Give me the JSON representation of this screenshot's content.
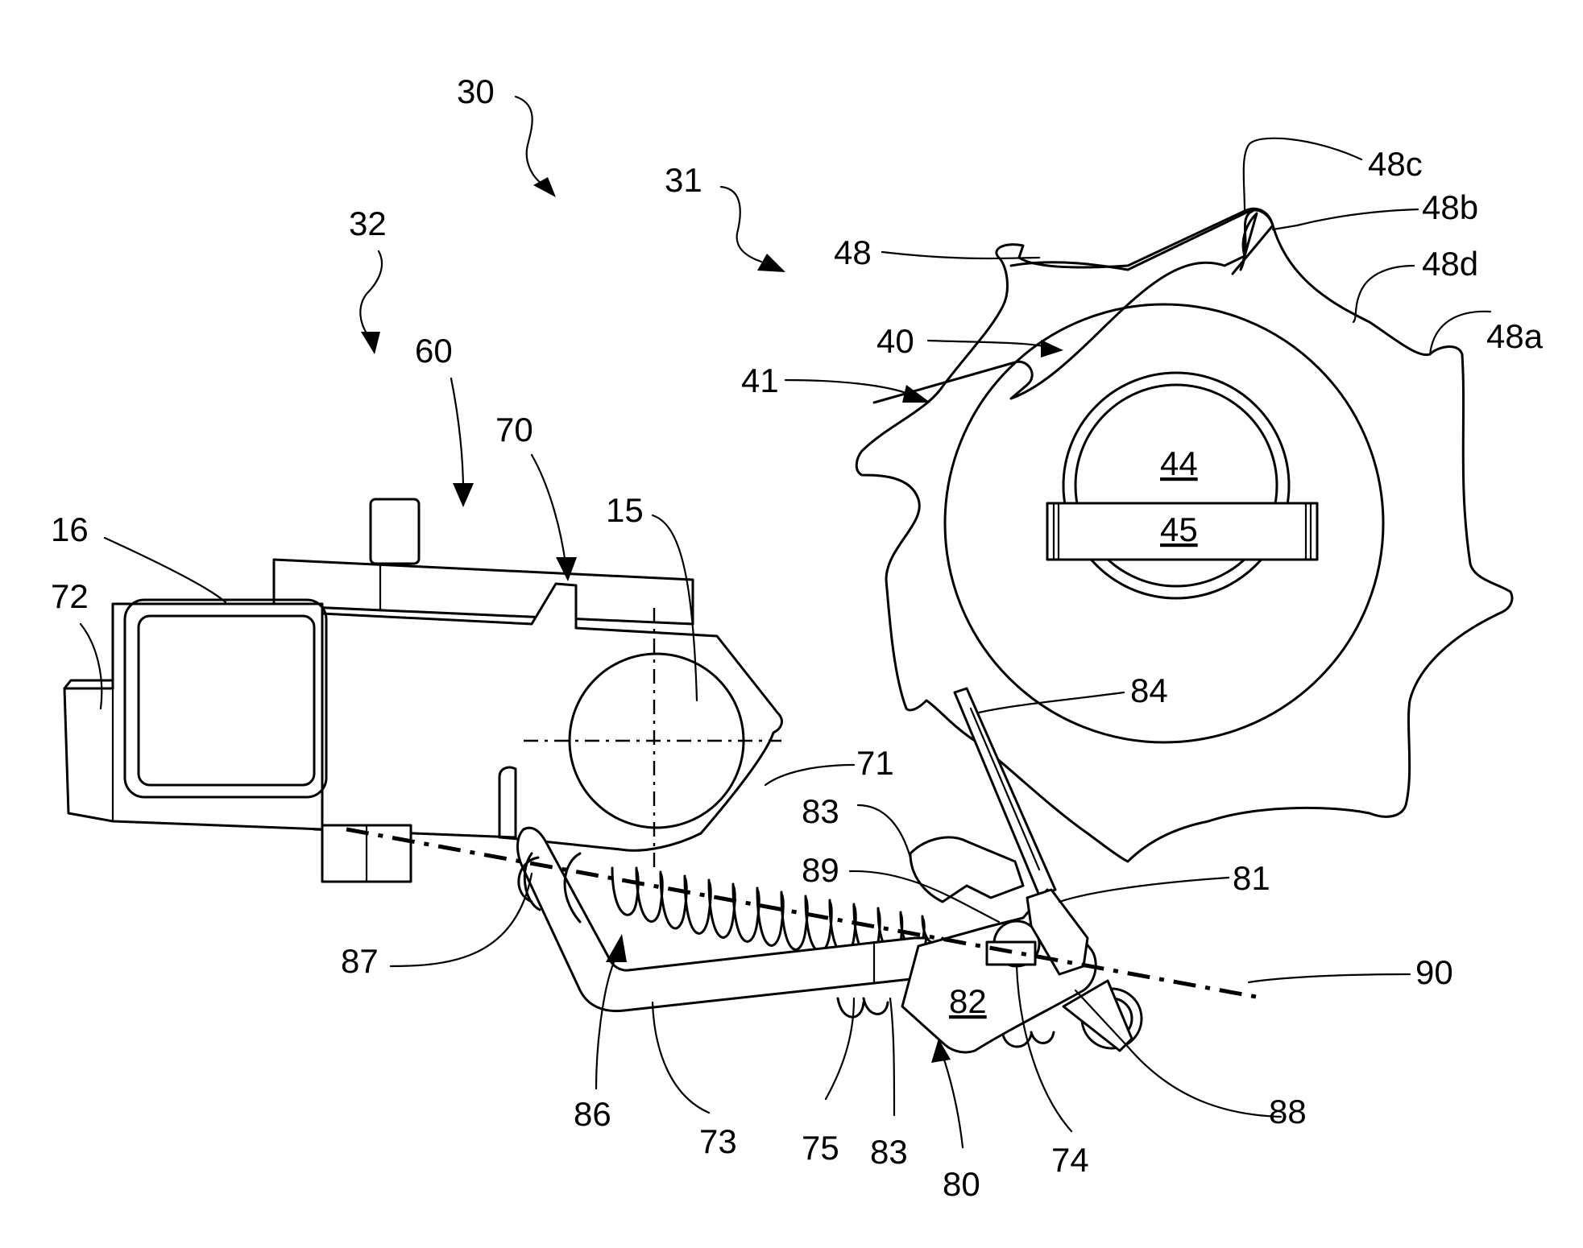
{
  "figure": {
    "labels": {
      "l30": "30",
      "l31": "31",
      "l32": "32",
      "l48c": "48c",
      "l48b": "48b",
      "l48d": "48d",
      "l48a": "48a",
      "l48": "48",
      "l40": "40",
      "l41": "41",
      "l44": "44",
      "l45": "45",
      "l60": "60",
      "l70": "70",
      "l16": "16",
      "l72": "72",
      "l15": "15",
      "l84": "84",
      "l71": "71",
      "l83a": "83",
      "l89": "89",
      "l81": "81",
      "l87": "87",
      "l90": "90",
      "l82": "82",
      "l86": "86",
      "l73": "73",
      "l75": "75",
      "l83b": "83",
      "l80": "80",
      "l74": "74",
      "l88": "88"
    }
  }
}
